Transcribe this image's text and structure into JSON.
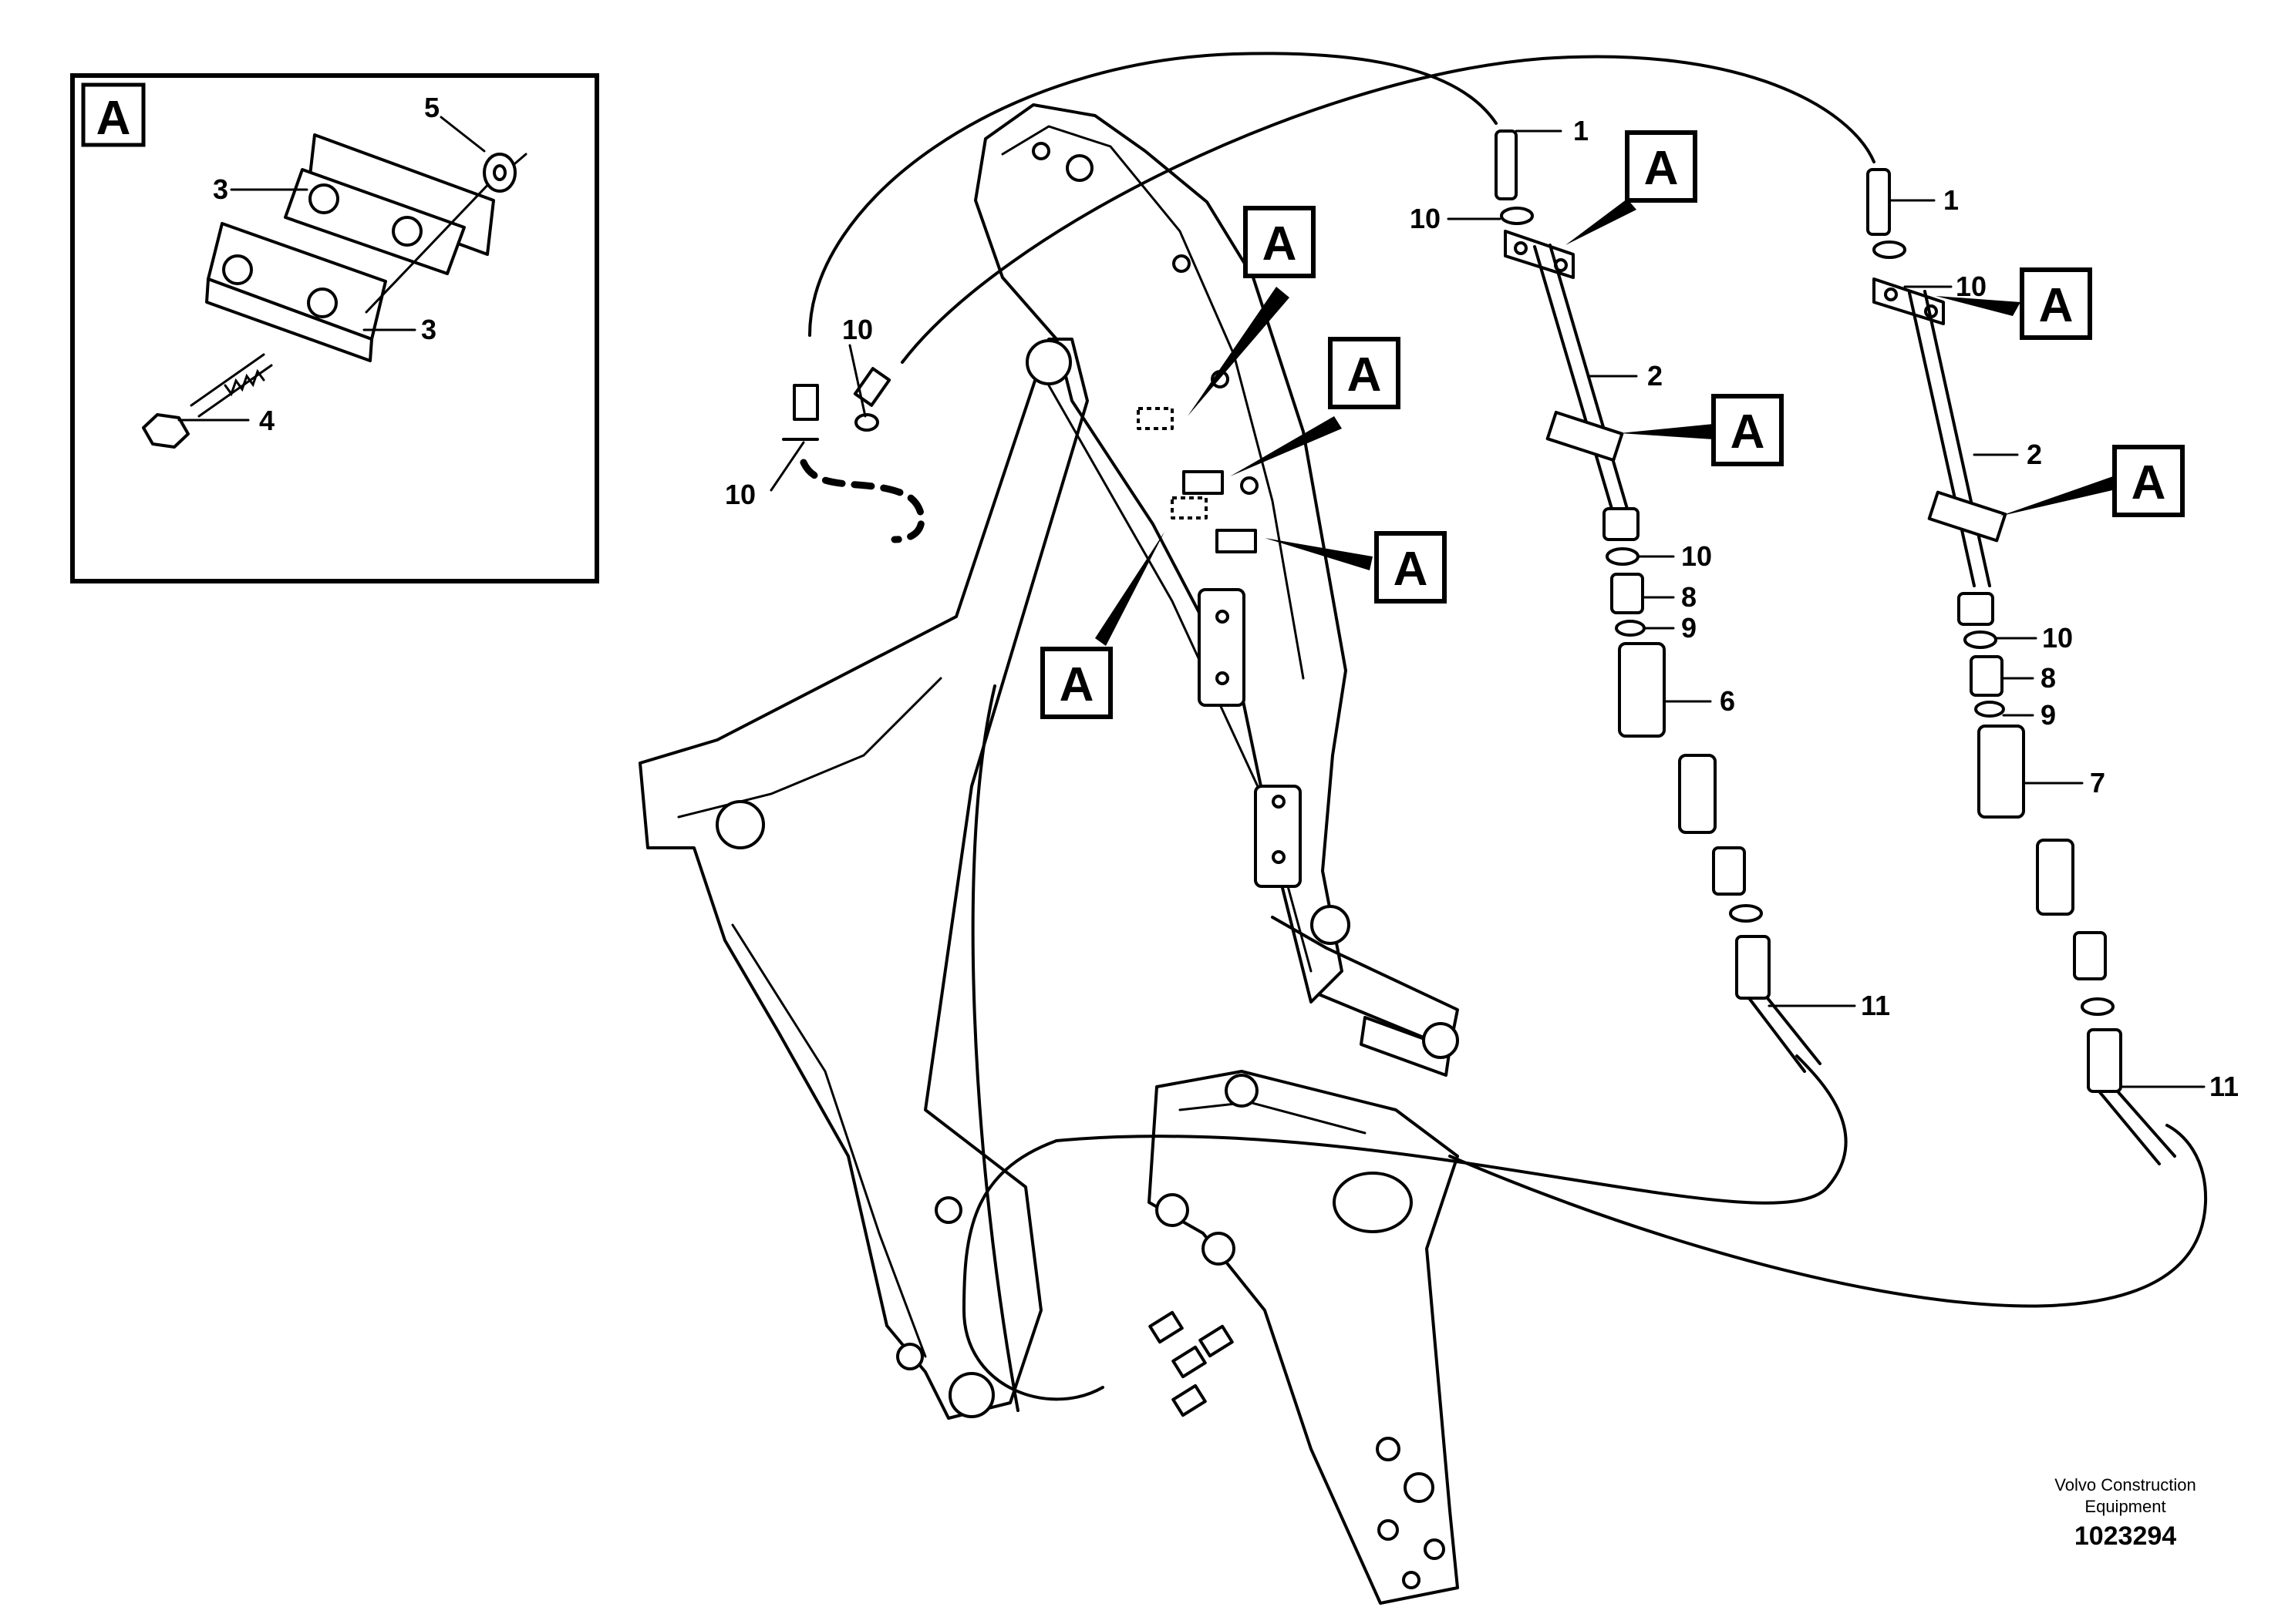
{
  "detail": {
    "ref_letter": "A",
    "labels": [
      "5",
      "3",
      "3",
      "4"
    ]
  },
  "markers": {
    "letter": "A"
  },
  "callouts": {
    "left": [
      "10",
      "10"
    ],
    "branch1": [
      "1",
      "10",
      "2",
      "10",
      "8",
      "9",
      "6",
      "11"
    ],
    "branch2": [
      "1",
      "10",
      "2",
      "10",
      "8",
      "9",
      "7",
      "11"
    ]
  },
  "publisher": {
    "line1": "Volvo Construction",
    "line2": "Equipment",
    "drawing_number": "1023294"
  }
}
